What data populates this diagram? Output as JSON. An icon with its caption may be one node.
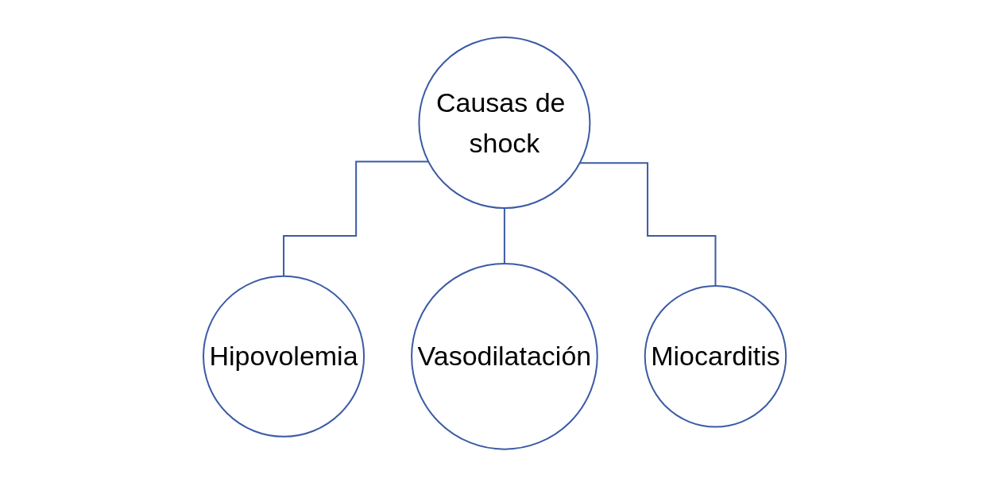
{
  "diagram": {
    "nodes": [
      {
        "text": [
          "Causas de shock"
        ]
      },
      {
        "text": [
          "Hipovolemia"
        ]
      },
      {
        "text": [
          "Vasodilatación"
        ]
      },
      {
        "text": [
          "Miocarditis"
        ]
      }
    ],
    "edges": [
      {
        "from": 0,
        "to": 1,
        "arrow": "none"
      },
      {
        "from": 0,
        "to": 2,
        "arrow": "none"
      },
      {
        "from": 0,
        "to": 3,
        "arrow": "none"
      }
    ]
  }
}
